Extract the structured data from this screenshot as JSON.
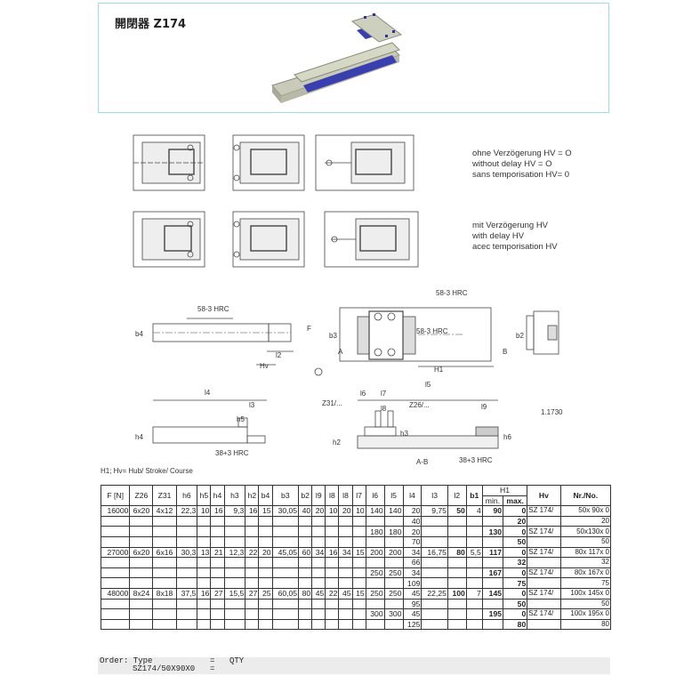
{
  "header": {
    "title": "開閉器 Z174"
  },
  "notes": {
    "no_delay": [
      "ohne Verzögerung HV = O",
      "without delay HV = O",
      "sans temporisation HV= 0"
    ],
    "with_delay": [
      "mit Verzögerung HV",
      "with delay HV",
      "acec temporisation HV"
    ]
  },
  "drawing_labels": {
    "hrc_1": "58-3 HRC",
    "hrc_2": "58-3 HRC",
    "hrc_3": "58-3 HRC",
    "hrc_4": "38+3 HRC",
    "hrc_5": "38+3 HRC",
    "b4": "b4",
    "l2": "l2",
    "hv": "Hv",
    "f": "F",
    "b3": "b3",
    "b2": "b2",
    "a": "A",
    "b": "B",
    "h1": "H1",
    "l4": "l4",
    "l3": "l3",
    "h5": "h5",
    "h4": "h4",
    "l5": "l5",
    "l6": "l6",
    "l7": "l7",
    "l8": "l8",
    "l9": "l9",
    "z31": "Z31/...",
    "z26": "Z26/...",
    "h3": "h3",
    "h2": "h2",
    "h6": "h6",
    "mat": "1.1730",
    "ab": "A-B",
    "h1_small": "H1",
    "hv_small": "Hv",
    "max": "max."
  },
  "legend": "H1; Hv= Hub/ Stroke/ Course",
  "table": {
    "headers": [
      "F [N]",
      "Z26",
      "Z31",
      "h6",
      "h5",
      "h4",
      "h3",
      "h2",
      "b4",
      "b3",
      "b2",
      "l9",
      "l8",
      "l8",
      "l7",
      "l6",
      "l5",
      "l4",
      "l3",
      "l2",
      "b1",
      "H1",
      "Hv",
      "Nr./No."
    ],
    "h1_sub": [
      "min.",
      "max."
    ],
    "rows": [
      [
        "16000",
        "6x20",
        "4x12",
        "22,3",
        "10",
        "16",
        "9,3",
        "16",
        "15",
        "30,05",
        "40",
        "20",
        "10",
        "20",
        "10",
        "140",
        "140",
        "20",
        "9,75",
        "50",
        "4",
        "90",
        "0",
        "SZ 174/",
        "50x 90x 0"
      ],
      [
        "",
        "",
        "",
        "",
        "",
        "",
        "",
        "",
        "",
        "",
        "",
        "",
        "",
        "",
        "",
        "",
        "",
        "40",
        "",
        "",
        "",
        "",
        "20",
        "",
        "20"
      ],
      [
        "",
        "",
        "",
        "",
        "",
        "",
        "",
        "",
        "",
        "",
        "",
        "",
        "",
        "",
        "",
        "180",
        "180",
        "20",
        "",
        "",
        "",
        "130",
        "0",
        "SZ 174/",
        "50x130x 0"
      ],
      [
        "",
        "",
        "",
        "",
        "",
        "",
        "",
        "",
        "",
        "",
        "",
        "",
        "",
        "",
        "",
        "",
        "",
        "70",
        "",
        "",
        "",
        "",
        "50",
        "",
        "50"
      ],
      [
        "27000",
        "6x20",
        "6x16",
        "30,3",
        "13",
        "21",
        "12,3",
        "22",
        "20",
        "45,05",
        "60",
        "34",
        "16",
        "34",
        "15",
        "200",
        "200",
        "34",
        "16,75",
        "80",
        "5,5",
        "117",
        "0",
        "SZ 174/",
        "80x 117x 0"
      ],
      [
        "",
        "",
        "",
        "",
        "",
        "",
        "",
        "",
        "",
        "",
        "",
        "",
        "",
        "",
        "",
        "",
        "",
        "66",
        "",
        "",
        "",
        "",
        "32",
        "",
        "32"
      ],
      [
        "",
        "",
        "",
        "",
        "",
        "",
        "",
        "",
        "",
        "",
        "",
        "",
        "",
        "",
        "",
        "250",
        "250",
        "34",
        "",
        "",
        "",
        "167",
        "0",
        "SZ 174/",
        "80x 167x 0"
      ],
      [
        "",
        "",
        "",
        "",
        "",
        "",
        "",
        "",
        "",
        "",
        "",
        "",
        "",
        "",
        "",
        "",
        "",
        "109",
        "",
        "",
        "",
        "",
        "75",
        "",
        "75"
      ],
      [
        "48000",
        "8x24",
        "8x18",
        "37,5",
        "16",
        "27",
        "15,5",
        "27",
        "25",
        "60,05",
        "80",
        "45",
        "22",
        "45",
        "15",
        "250",
        "250",
        "45",
        "22,25",
        "100",
        "7",
        "145",
        "0",
        "SZ 174/",
        "100x 145x 0"
      ],
      [
        "",
        "",
        "",
        "",
        "",
        "",
        "",
        "",
        "",
        "",
        "",
        "",
        "",
        "",
        "",
        "",
        "",
        "95",
        "",
        "",
        "",
        "",
        "50",
        "",
        "50"
      ],
      [
        "",
        "",
        "",
        "",
        "",
        "",
        "",
        "",
        "",
        "",
        "",
        "",
        "",
        "",
        "",
        "300",
        "300",
        "45",
        "",
        "",
        "",
        "195",
        "0",
        "SZ 174/",
        "100x 195x 0"
      ],
      [
        "",
        "",
        "",
        "",
        "",
        "",
        "",
        "",
        "",
        "",
        "",
        "",
        "",
        "",
        "",
        "",
        "",
        "125",
        "",
        "",
        "",
        "",
        "80",
        "",
        "80"
      ]
    ]
  },
  "order": {
    "order_label": "Order: Type",
    "eq1": "=",
    "qty": "QTY",
    "example": "SZ174/50X90X0",
    "eq2": "="
  }
}
